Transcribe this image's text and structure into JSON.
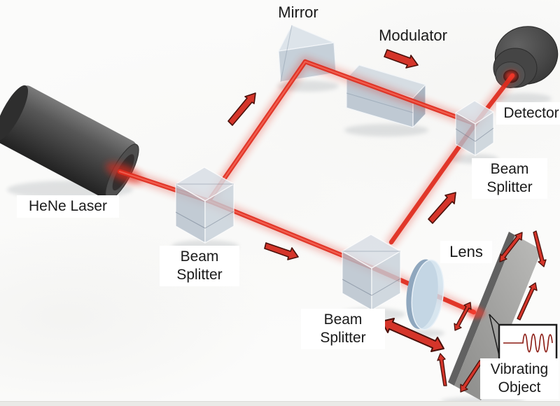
{
  "labels": {
    "mirror": "Mirror",
    "modulator": "Modulator",
    "detector": "Detector",
    "hene_laser": "HeNe Laser",
    "beam": "Beam",
    "splitter": "Splitter",
    "lens": "Lens",
    "vibrating": "Vibrating",
    "object": "Object"
  },
  "colors": {
    "beam_red": "#e02c1e",
    "arrow_fill": "#d5352a",
    "arrow_outline": "#49100a",
    "glass_blue": "#c2cdd8",
    "lens_blue": "#cfe0ed",
    "object_gray": "#a2a2a0",
    "device_dark_gray": "#3f3f3f",
    "background": "#fbfbfa",
    "waveform_dark_red": "#8b1a12",
    "label_text": "#1a1a1a"
  }
}
